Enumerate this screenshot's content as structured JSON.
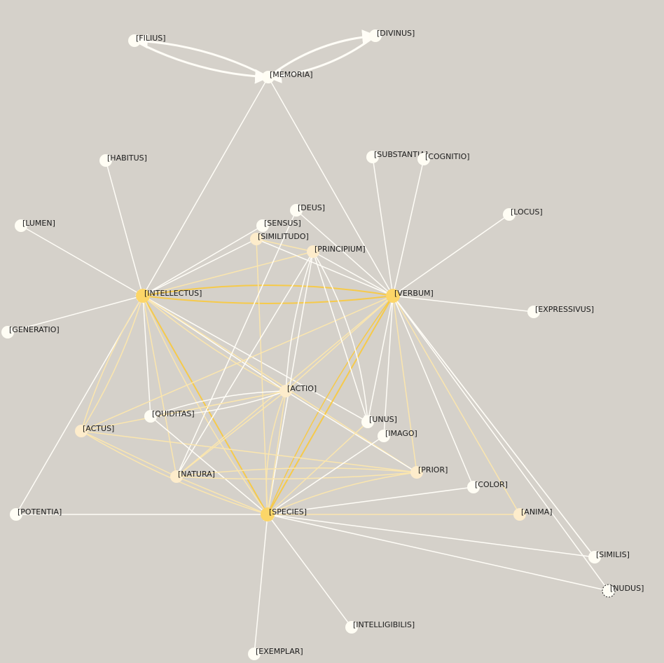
{
  "diagram": {
    "background": "#d5d1ca",
    "colors": {
      "white_edge": "#fffdf7",
      "pale_edge": "#fbe6ae",
      "gold_edge": "#f6ca4a",
      "node_white": "#fffdf4",
      "node_pale": "#fdeccb",
      "node_gold": "#fcd668"
    },
    "nodes": [
      {
        "id": "filius",
        "label": "[FILIUS]"
      },
      {
        "id": "divinus",
        "label": "[DIVINUS]"
      },
      {
        "id": "memoria",
        "label": "[MEMORIA]"
      },
      {
        "id": "habitus",
        "label": "[HABITUS]"
      },
      {
        "id": "substantia",
        "label": "[SUBSTANTIA]"
      },
      {
        "id": "cognitio",
        "label": "[COGNITIO]"
      },
      {
        "id": "deus",
        "label": "[DEUS]"
      },
      {
        "id": "locus",
        "label": "[LOCUS]"
      },
      {
        "id": "lumen",
        "label": "[LUMEN]"
      },
      {
        "id": "sensus",
        "label": "[SENSUS]"
      },
      {
        "id": "similitudo",
        "label": "[SIMILITUDO]"
      },
      {
        "id": "principium",
        "label": "[PRINCIPIUM]"
      },
      {
        "id": "intellectus",
        "label": "[INTELLECTUS]"
      },
      {
        "id": "verbum",
        "label": "[VERBUM]"
      },
      {
        "id": "expressivus",
        "label": "[EXPRESSIVUS]"
      },
      {
        "id": "generatio",
        "label": "[GENERATIO]"
      },
      {
        "id": "actio",
        "label": "[ACTIO]"
      },
      {
        "id": "quiditas",
        "label": "[QUIDITAS]"
      },
      {
        "id": "actus",
        "label": "[ACTUS]"
      },
      {
        "id": "unus",
        "label": "[UNUS]"
      },
      {
        "id": "imago",
        "label": "[IMAGO]"
      },
      {
        "id": "prior",
        "label": "[PRIOR]"
      },
      {
        "id": "natura",
        "label": "[NATURA]"
      },
      {
        "id": "color",
        "label": "[COLOR]"
      },
      {
        "id": "potentia",
        "label": "[POTENTIA]"
      },
      {
        "id": "species",
        "label": "[SPECIES]"
      },
      {
        "id": "anima",
        "label": "[ANIMA]"
      },
      {
        "id": "similis",
        "label": "[SIMILIS]"
      },
      {
        "id": "nudus",
        "label": "[NUDUS]"
      },
      {
        "id": "intelligibilis",
        "label": "[INTELLIGIBILIS]"
      },
      {
        "id": "exemplar",
        "label": "[EXEMPLAR]"
      }
    ]
  }
}
